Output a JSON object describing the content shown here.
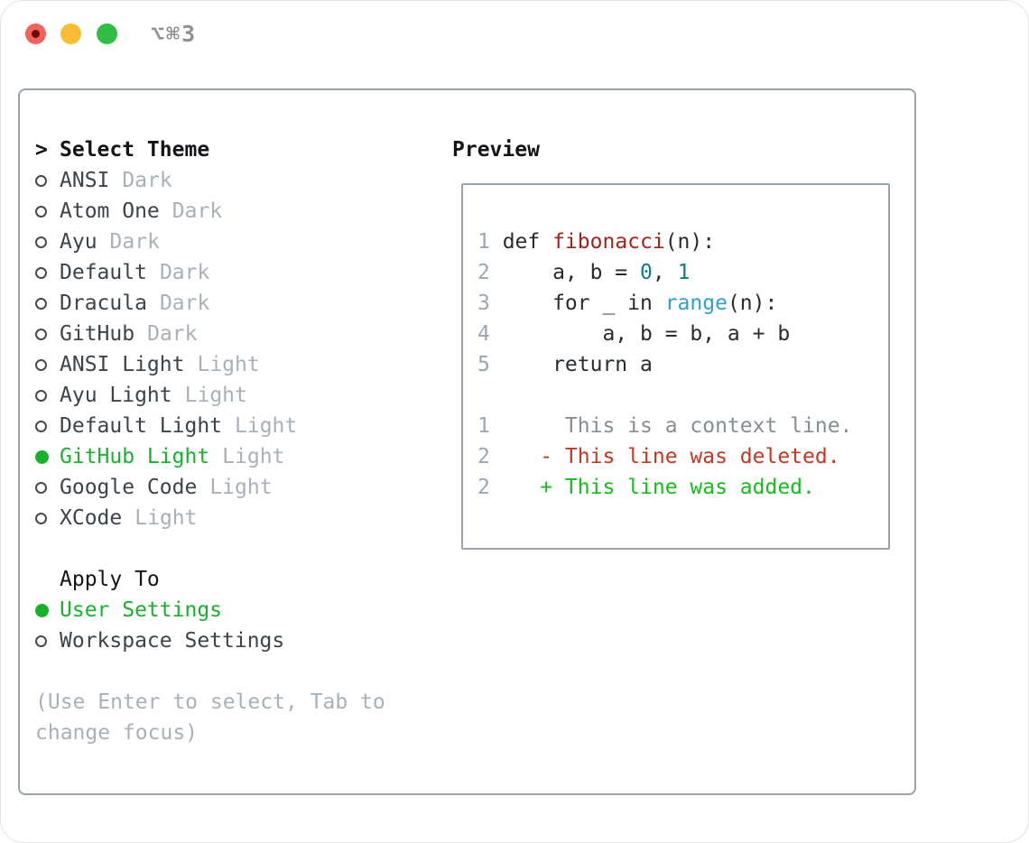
{
  "window": {
    "title": "⌥⌘3"
  },
  "theme_menu": {
    "marker": ">",
    "header": "Select Theme",
    "items": [
      {
        "name": "ANSI",
        "variant": "Dark",
        "selected": false
      },
      {
        "name": "Atom One",
        "variant": "Dark",
        "selected": false
      },
      {
        "name": "Ayu",
        "variant": "Dark",
        "selected": false
      },
      {
        "name": "Default",
        "variant": "Dark",
        "selected": false
      },
      {
        "name": "Dracula",
        "variant": "Dark",
        "selected": false
      },
      {
        "name": "GitHub",
        "variant": "Dark",
        "selected": false
      },
      {
        "name": "ANSI Light",
        "variant": "Light",
        "selected": false
      },
      {
        "name": "Ayu Light",
        "variant": "Light",
        "selected": false
      },
      {
        "name": "Default Light",
        "variant": "Light",
        "selected": false
      },
      {
        "name": "GitHub Light",
        "variant": "Light",
        "selected": true
      },
      {
        "name": "Google Code",
        "variant": "Light",
        "selected": false
      },
      {
        "name": "XCode",
        "variant": "Light",
        "selected": false
      }
    ]
  },
  "apply_to": {
    "header": "Apply To",
    "options": [
      {
        "label": "User Settings",
        "selected": true
      },
      {
        "label": "Workspace Settings",
        "selected": false
      }
    ]
  },
  "hint_lines": [
    "(Use Enter to select, Tab to",
    "change focus)"
  ],
  "preview": {
    "header": "Preview",
    "lines": [
      {
        "num": "1",
        "segments": [
          {
            "text": "def ",
            "style": "code"
          },
          {
            "text": "fibonacci",
            "style": "func"
          },
          {
            "text": "(n):",
            "style": "code"
          }
        ]
      },
      {
        "num": "2",
        "segments": [
          {
            "text": "    a, b = ",
            "style": "code"
          },
          {
            "text": "0",
            "style": "number"
          },
          {
            "text": ", ",
            "style": "code"
          },
          {
            "text": "1",
            "style": "number"
          }
        ]
      },
      {
        "num": "3",
        "segments": [
          {
            "text": "    for _ in ",
            "style": "code"
          },
          {
            "text": "range",
            "style": "builtin"
          },
          {
            "text": "(n):",
            "style": "code"
          }
        ]
      },
      {
        "num": "4",
        "segments": [
          {
            "text": "        a, b = b, a + b",
            "style": "code"
          }
        ]
      },
      {
        "num": "5",
        "segments": [
          {
            "text": "    return a",
            "style": "code"
          }
        ]
      },
      {
        "num": "",
        "segments": []
      },
      {
        "num": "1",
        "segments": [
          {
            "text": "     This is a context line.",
            "style": "context"
          }
        ]
      },
      {
        "num": "2",
        "segments": [
          {
            "text": "   - This line was deleted.",
            "style": "deleted"
          }
        ]
      },
      {
        "num": "2",
        "segments": [
          {
            "text": "   + This line was added.",
            "style": "added"
          }
        ]
      }
    ]
  },
  "colors": {
    "accent_green": "#16b22b",
    "diff_red": "#c63722",
    "diff_green": "#14bd1c",
    "func_red": "#a3231c",
    "number_teal": "#0e7d87",
    "builtin_blue": "#2f9fd0",
    "text_dark": "#121417",
    "text_body": "#3c434b",
    "muted": "#a8b0ba",
    "line_number": "#9aa6b4",
    "context_gray": "#868d95",
    "border_gray": "#9aa2ab",
    "title_gray": "#8d9297",
    "traffic_red": "#f4615a",
    "traffic_red_dot": "#66100d",
    "traffic_yellow": "#f9bc33",
    "traffic_green": "#2fc043"
  }
}
